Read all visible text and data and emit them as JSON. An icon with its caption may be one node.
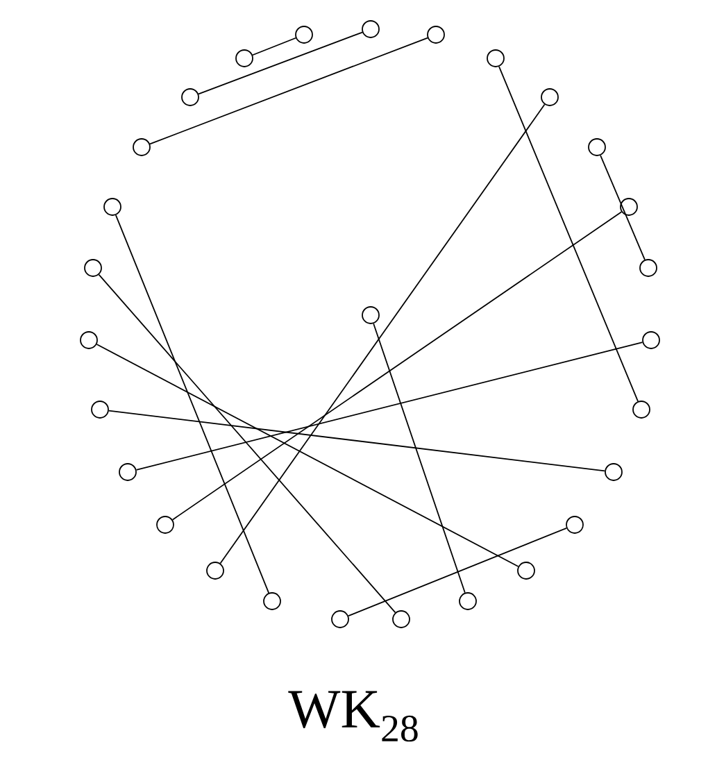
{
  "diagram": {
    "caption": "WK$_{28}$",
    "nodes": [
      {
        "text": [],
        "shape": "circle"
      },
      {
        "text": [],
        "shape": "circle"
      },
      {
        "text": [],
        "shape": "circle"
      },
      {
        "text": [],
        "shape": "circle"
      },
      {
        "text": [],
        "shape": "circle"
      },
      {
        "text": [],
        "shape": "circle"
      },
      {
        "text": [],
        "shape": "circle"
      },
      {
        "text": [],
        "shape": "circle"
      },
      {
        "text": [],
        "shape": "circle"
      },
      {
        "text": [],
        "shape": "circle"
      },
      {
        "text": [],
        "shape": "circle"
      },
      {
        "text": [],
        "shape": "circle"
      },
      {
        "text": [],
        "shape": "circle"
      },
      {
        "text": [],
        "shape": "circle"
      },
      {
        "text": [],
        "shape": "circle"
      },
      {
        "text": [],
        "shape": "circle"
      },
      {
        "text": [],
        "shape": "circle"
      },
      {
        "text": [],
        "shape": "circle"
      },
      {
        "text": [],
        "shape": "circle"
      },
      {
        "text": [],
        "shape": "circle"
      },
      {
        "text": [],
        "shape": "circle"
      },
      {
        "text": [],
        "shape": "circle"
      },
      {
        "text": [],
        "shape": "circle"
      },
      {
        "text": [],
        "shape": "circle"
      },
      {
        "text": [],
        "shape": "circle"
      },
      {
        "text": [],
        "shape": "circle"
      },
      {
        "text": [],
        "shape": "circle"
      },
      {
        "text": [],
        "shape": "circle"
      }
    ],
    "edges": [
      {
        "from": 0,
        "to": 1,
        "arrow": "none"
      },
      {
        "from": 4,
        "to": 2,
        "arrow": "none"
      },
      {
        "from": 5,
        "to": 3,
        "arrow": "none"
      },
      {
        "from": 6,
        "to": 12,
        "arrow": "none"
      },
      {
        "from": 7,
        "to": 20,
        "arrow": "none"
      },
      {
        "from": 8,
        "to": 10,
        "arrow": "none"
      },
      {
        "from": 9,
        "to": 21,
        "arrow": "none"
      },
      {
        "from": 11,
        "to": 22,
        "arrow": "none"
      },
      {
        "from": 23,
        "to": 13,
        "arrow": "none"
      },
      {
        "from": 24,
        "to": 15,
        "arrow": "none"
      },
      {
        "from": 25,
        "to": 17,
        "arrow": "none"
      },
      {
        "from": 26,
        "to": 19,
        "arrow": "none"
      },
      {
        "from": 27,
        "to": 16,
        "arrow": "none"
      },
      {
        "from": 14,
        "to": 18,
        "arrow": "none"
      }
    ]
  }
}
